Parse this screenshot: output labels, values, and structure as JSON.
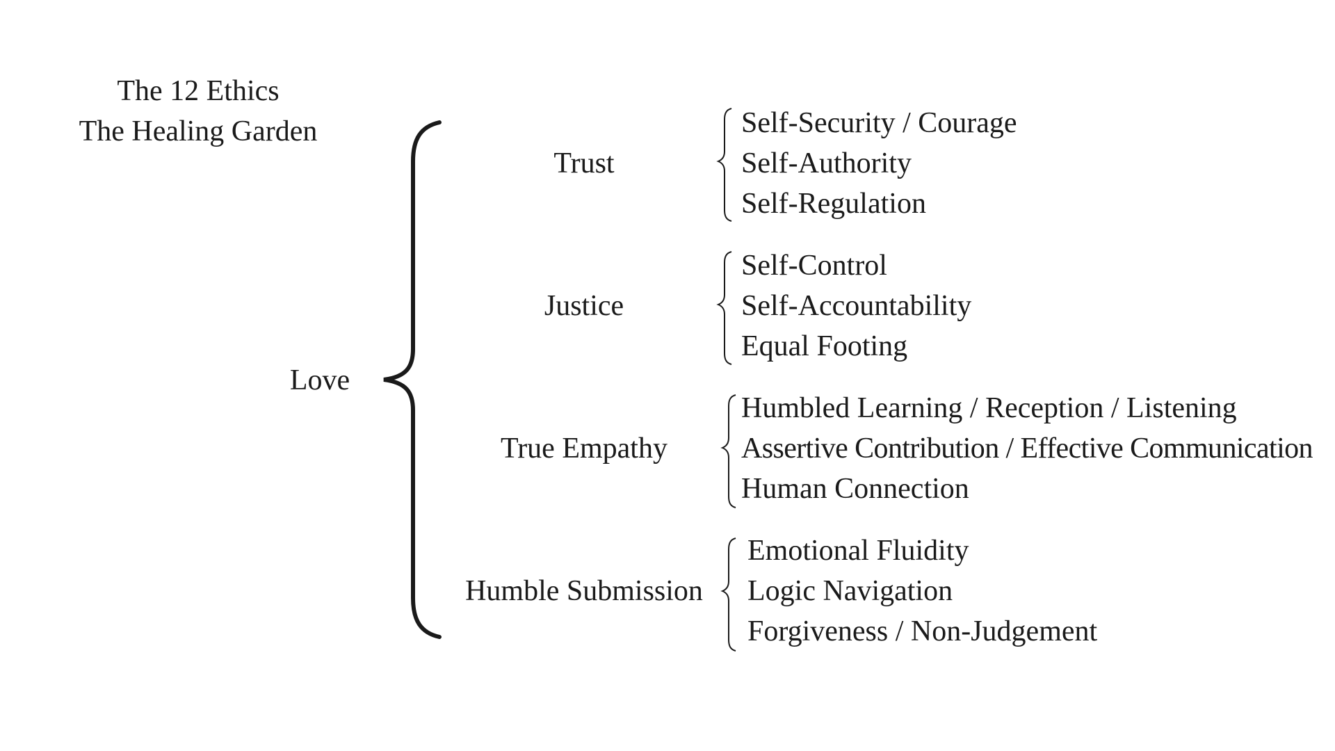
{
  "title": {
    "line1": "The 12 Ethics",
    "line2": "The Healing Garden"
  },
  "root": {
    "label": "Love"
  },
  "groups": [
    {
      "label": "Trust",
      "items": [
        "Self-Security / Courage",
        "Self-Authority",
        "Self-Regulation"
      ]
    },
    {
      "label": "Justice",
      "items": [
        "Self-Control",
        "Self-Accountability",
        "Equal Footing"
      ]
    },
    {
      "label": "True Empathy",
      "items": [
        "Humbled Learning / Reception / Listening",
        "Assertive Contribution / Effective Communication",
        "Human Connection"
      ]
    },
    {
      "label": "Humble Submission",
      "items": [
        "Emotional Fluidity",
        "Logic Navigation",
        "Forgiveness / Non-Judgement"
      ]
    }
  ],
  "colors": {
    "ink": "#1a1a1a",
    "background": "#ffffff"
  }
}
